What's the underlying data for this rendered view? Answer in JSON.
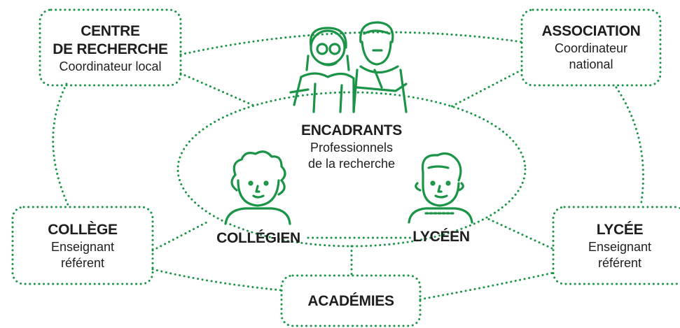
{
  "accent_color": "#1b9447",
  "nodes": {
    "centre": {
      "title_l1": "CENTRE",
      "title_l2": "DE RECHERCHE",
      "role": "Coordinateur local"
    },
    "association": {
      "title": "ASSOCIATION",
      "role_l1": "Coordinateur",
      "role_l2": "national"
    },
    "encadrants": {
      "title": "ENCADRANTS",
      "role_l1": "Professionnels",
      "role_l2": "de la recherche",
      "icon": "mentors-icon"
    },
    "college": {
      "title": "COLLÈGE",
      "role_l1": "Enseignant",
      "role_l2": "référent"
    },
    "lycee": {
      "title": "LYCÉE",
      "role_l1": "Enseignant",
      "role_l2": "référent"
    },
    "collegien": {
      "title": "COLLÉGIEN",
      "icon": "middle-schooler-icon"
    },
    "lyceen": {
      "title": "LYCÉEN",
      "icon": "high-schooler-icon"
    },
    "academies": {
      "title": "ACADÉMIES"
    }
  }
}
